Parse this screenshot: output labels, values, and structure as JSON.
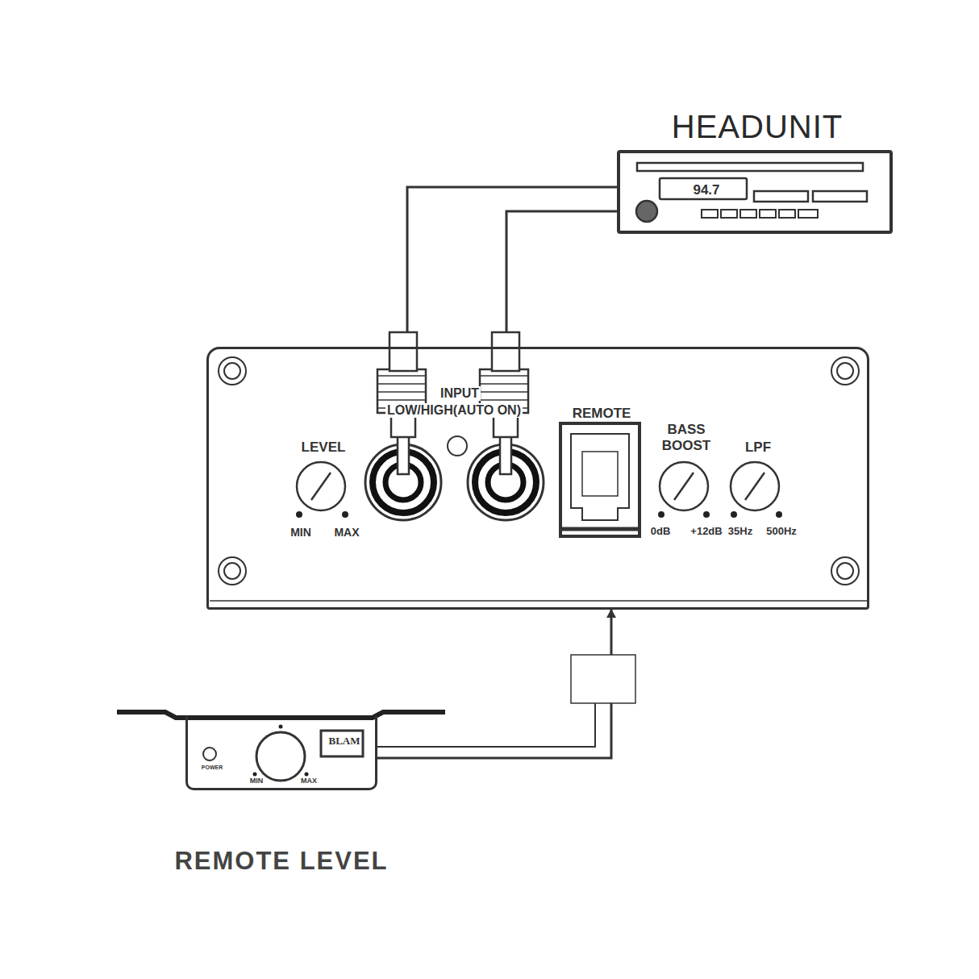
{
  "diagram": {
    "nodes": [
      {
        "text": [
          "HEADUNIT",
          "94.7"
        ]
      },
      {
        "text": [
          "LEVEL",
          "MIN",
          "MAX",
          "INPUT",
          "LOW/HIGH(AUTO ON)",
          "REMOTE",
          "BASS BOOST",
          "0dB",
          "+12dB",
          "LPF",
          "35Hz",
          "500Hz"
        ]
      },
      {
        "text": [
          "POWER",
          "MIN",
          "MAX",
          "BLAM",
          "REMOTE LEVEL"
        ]
      }
    ],
    "edges": [
      {
        "from": 0,
        "to": 1,
        "arrow": "none"
      },
      {
        "from": 0,
        "to": 1,
        "arrow": "none"
      },
      {
        "from": 2,
        "to": 1,
        "arrow": "to"
      }
    ]
  }
}
